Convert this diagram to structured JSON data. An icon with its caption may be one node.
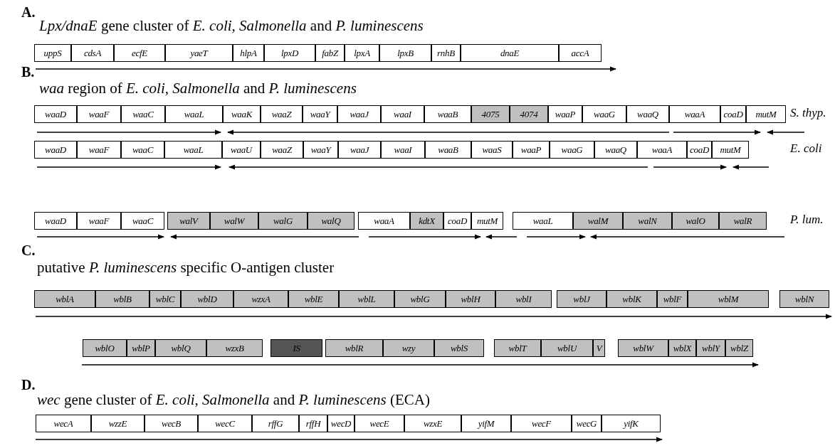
{
  "diagram": {
    "nodes": [
      {
        "text": [
          "uppS"
        ]
      },
      {
        "text": [
          "cdsA"
        ]
      },
      {
        "text": [
          "ecfE"
        ]
      },
      {
        "text": [
          "yaeT"
        ]
      },
      {
        "text": [
          "hlpA"
        ]
      },
      {
        "text": [
          "lpxD"
        ]
      },
      {
        "text": [
          "fabZ"
        ]
      },
      {
        "text": [
          "lpxA"
        ]
      },
      {
        "text": [
          "lpxB"
        ]
      },
      {
        "text": [
          "rnhB"
        ]
      },
      {
        "text": [
          "dnaE"
        ]
      },
      {
        "text": [
          "accA"
        ]
      },
      {
        "text": [
          "waaD"
        ]
      },
      {
        "text": [
          "waaF"
        ]
      },
      {
        "text": [
          "waaC"
        ]
      },
      {
        "text": [
          "waaL"
        ]
      },
      {
        "text": [
          "waaK"
        ]
      },
      {
        "text": [
          "waaZ"
        ]
      },
      {
        "text": [
          "waaY"
        ]
      },
      {
        "text": [
          "waaJ"
        ]
      },
      {
        "text": [
          "waaI"
        ]
      },
      {
        "text": [
          "waaB"
        ]
      },
      {
        "text": [
          "4075"
        ]
      },
      {
        "text": [
          "4074"
        ]
      },
      {
        "text": [
          "waaP"
        ]
      },
      {
        "text": [
          "waaG"
        ]
      },
      {
        "text": [
          "waaQ"
        ]
      },
      {
        "text": [
          "waaA"
        ]
      },
      {
        "text": [
          "coaD"
        ]
      },
      {
        "text": [
          "mutM"
        ]
      },
      {
        "text": [
          "waaD"
        ]
      },
      {
        "text": [
          "waaF"
        ]
      },
      {
        "text": [
          "waaC"
        ]
      },
      {
        "text": [
          "waaL"
        ]
      },
      {
        "text": [
          "waaU"
        ]
      },
      {
        "text": [
          "waaZ"
        ]
      },
      {
        "text": [
          "waaY"
        ]
      },
      {
        "text": [
          "waaJ"
        ]
      },
      {
        "text": [
          "waaI"
        ]
      },
      {
        "text": [
          "waaB"
        ]
      },
      {
        "text": [
          "waaS"
        ]
      },
      {
        "text": [
          "waaP"
        ]
      },
      {
        "text": [
          "waaG"
        ]
      },
      {
        "text": [
          "waaQ"
        ]
      },
      {
        "text": [
          "waaA"
        ]
      },
      {
        "text": [
          "coaD"
        ]
      },
      {
        "text": [
          "mutM"
        ]
      },
      {
        "text": [
          "waaD"
        ]
      },
      {
        "text": [
          "waaF"
        ]
      },
      {
        "text": [
          "waaC"
        ]
      },
      {
        "text": [
          "walV"
        ]
      },
      {
        "text": [
          "walW"
        ]
      },
      {
        "text": [
          "walG"
        ]
      },
      {
        "text": [
          "walQ"
        ]
      },
      {
        "text": [
          "waaA"
        ]
      },
      {
        "text": [
          "kdtX"
        ]
      },
      {
        "text": [
          "coaD"
        ]
      },
      {
        "text": [
          "mutM"
        ]
      },
      {
        "text": [
          "waaL"
        ]
      },
      {
        "text": [
          "walM"
        ]
      },
      {
        "text": [
          "walN"
        ]
      },
      {
        "text": [
          "walO"
        ]
      },
      {
        "text": [
          "walR"
        ]
      },
      {
        "text": [
          "wblA"
        ]
      },
      {
        "text": [
          "wblB"
        ]
      },
      {
        "text": [
          "wblC"
        ]
      },
      {
        "text": [
          "wblD"
        ]
      },
      {
        "text": [
          "wzxA"
        ]
      },
      {
        "text": [
          "wblE"
        ]
      },
      {
        "text": [
          "wblL"
        ]
      },
      {
        "text": [
          "wblG"
        ]
      },
      {
        "text": [
          "wblH"
        ]
      },
      {
        "text": [
          "wblI"
        ]
      },
      {
        "text": [
          "wblJ"
        ]
      },
      {
        "text": [
          "wblK"
        ]
      },
      {
        "text": [
          "wblF"
        ]
      },
      {
        "text": [
          "wblM"
        ]
      },
      {
        "text": [
          "wblN"
        ]
      },
      {
        "text": [
          "wblO"
        ]
      },
      {
        "text": [
          "wblP"
        ]
      },
      {
        "text": [
          "wblQ"
        ]
      },
      {
        "text": [
          "wzxB"
        ]
      },
      {
        "text": [
          "IS"
        ]
      },
      {
        "text": [
          "wblR"
        ]
      },
      {
        "text": [
          "wzy"
        ]
      },
      {
        "text": [
          "wblS"
        ]
      },
      {
        "text": [
          "wblT"
        ]
      },
      {
        "text": [
          "wblU"
        ]
      },
      {
        "text": [
          "V"
        ]
      },
      {
        "text": [
          "wblW"
        ]
      },
      {
        "text": [
          "wblX"
        ]
      },
      {
        "text": [
          "wblY"
        ]
      },
      {
        "text": [
          "wblZ"
        ]
      },
      {
        "text": [
          "wecA"
        ]
      },
      {
        "text": [
          "wzzE"
        ]
      },
      {
        "text": [
          "wecB"
        ]
      },
      {
        "text": [
          "wecC"
        ]
      },
      {
        "text": [
          "rffG"
        ]
      },
      {
        "text": [
          "rffH"
        ]
      },
      {
        "text": [
          "wecD"
        ]
      },
      {
        "text": [
          "wecE"
        ]
      },
      {
        "text": [
          "wzxE"
        ]
      },
      {
        "text": [
          "yifM"
        ]
      },
      {
        "text": [
          "wecF"
        ]
      },
      {
        "text": [
          "wecG"
        ]
      },
      {
        "text": [
          "yifK"
        ]
      }
    ],
    "labels": [
      "A.",
      "*Lpx/dnaE* gene cluster of *E. coli, Salmonella* and *P. luminescens*",
      "B.",
      "*waa*  region of *E. coli, Salmonella* and *P. luminescens*",
      "S. thyp.",
      "E. coli",
      "P. lum.",
      "C.",
      "putative *P. luminescens* specific O-antigen cluster",
      "D.",
      "*wec* gene cluster of *E. coli*, *Salmonella* and *P. luminescens* (ECA)"
    ]
  }
}
